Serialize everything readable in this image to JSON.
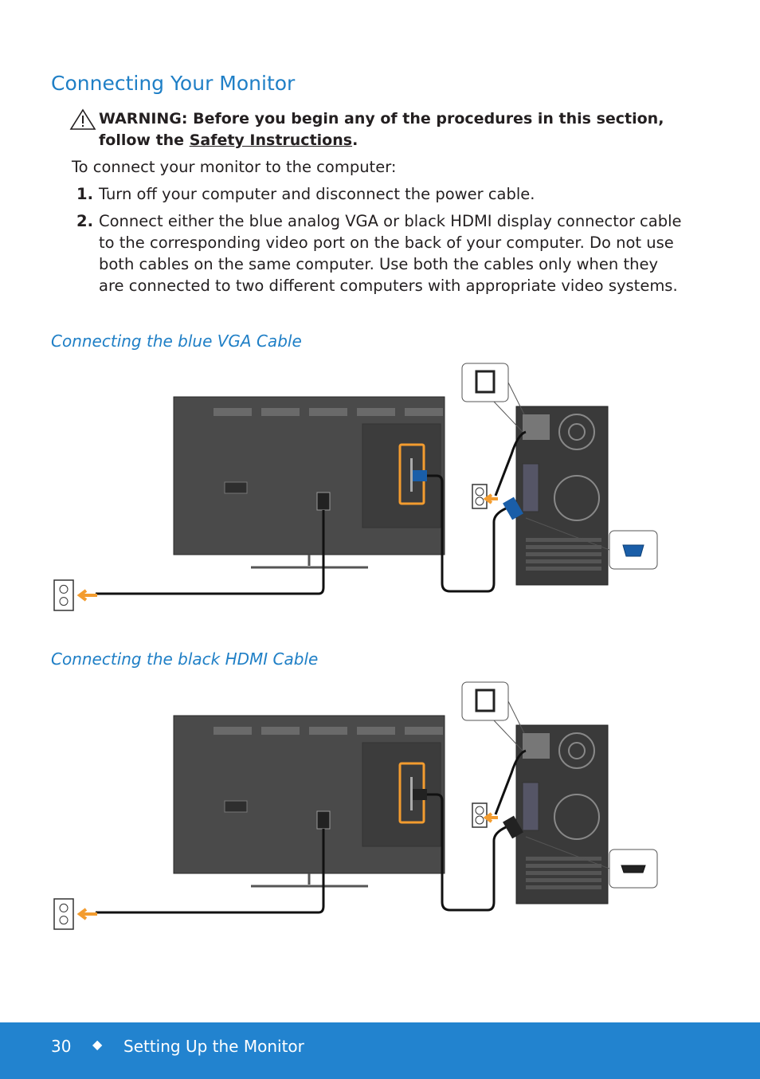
{
  "page": {
    "title": "Connecting Your Monitor",
    "warning": {
      "line1": "WARNING: Before you begin any of the procedures in this section,",
      "line2_prefix": "follow the ",
      "link": "Safety Instructions",
      "line2_suffix": "."
    },
    "intro": "To connect your monitor to the computer:",
    "steps": [
      {
        "num": "1.",
        "text": "Turn off your computer and disconnect the power cable."
      },
      {
        "num": "2.",
        "text": "Connect either the blue analog VGA or black HDMI display connector cable to the corresponding video port on the back of your computer. Do not use both cables on the same computer. Use both the cables only when they are connected to two different computers with appropriate video systems."
      }
    ],
    "sections": [
      {
        "title": "Connecting the blue VGA Cable",
        "connector_icon": "vga-connector-icon",
        "cable_color": "#1a5ea8"
      },
      {
        "title": "Connecting the black HDMI Cable",
        "connector_icon": "hdmi-connector-icon",
        "cable_color": "#222222"
      }
    ]
  },
  "footer": {
    "page_number": "30",
    "separator": "◆",
    "section": "Setting Up the Monitor"
  },
  "colors": {
    "accent": "#1f7fc6",
    "footer_bg": "#2283cf",
    "highlight": "#f39c2f"
  }
}
